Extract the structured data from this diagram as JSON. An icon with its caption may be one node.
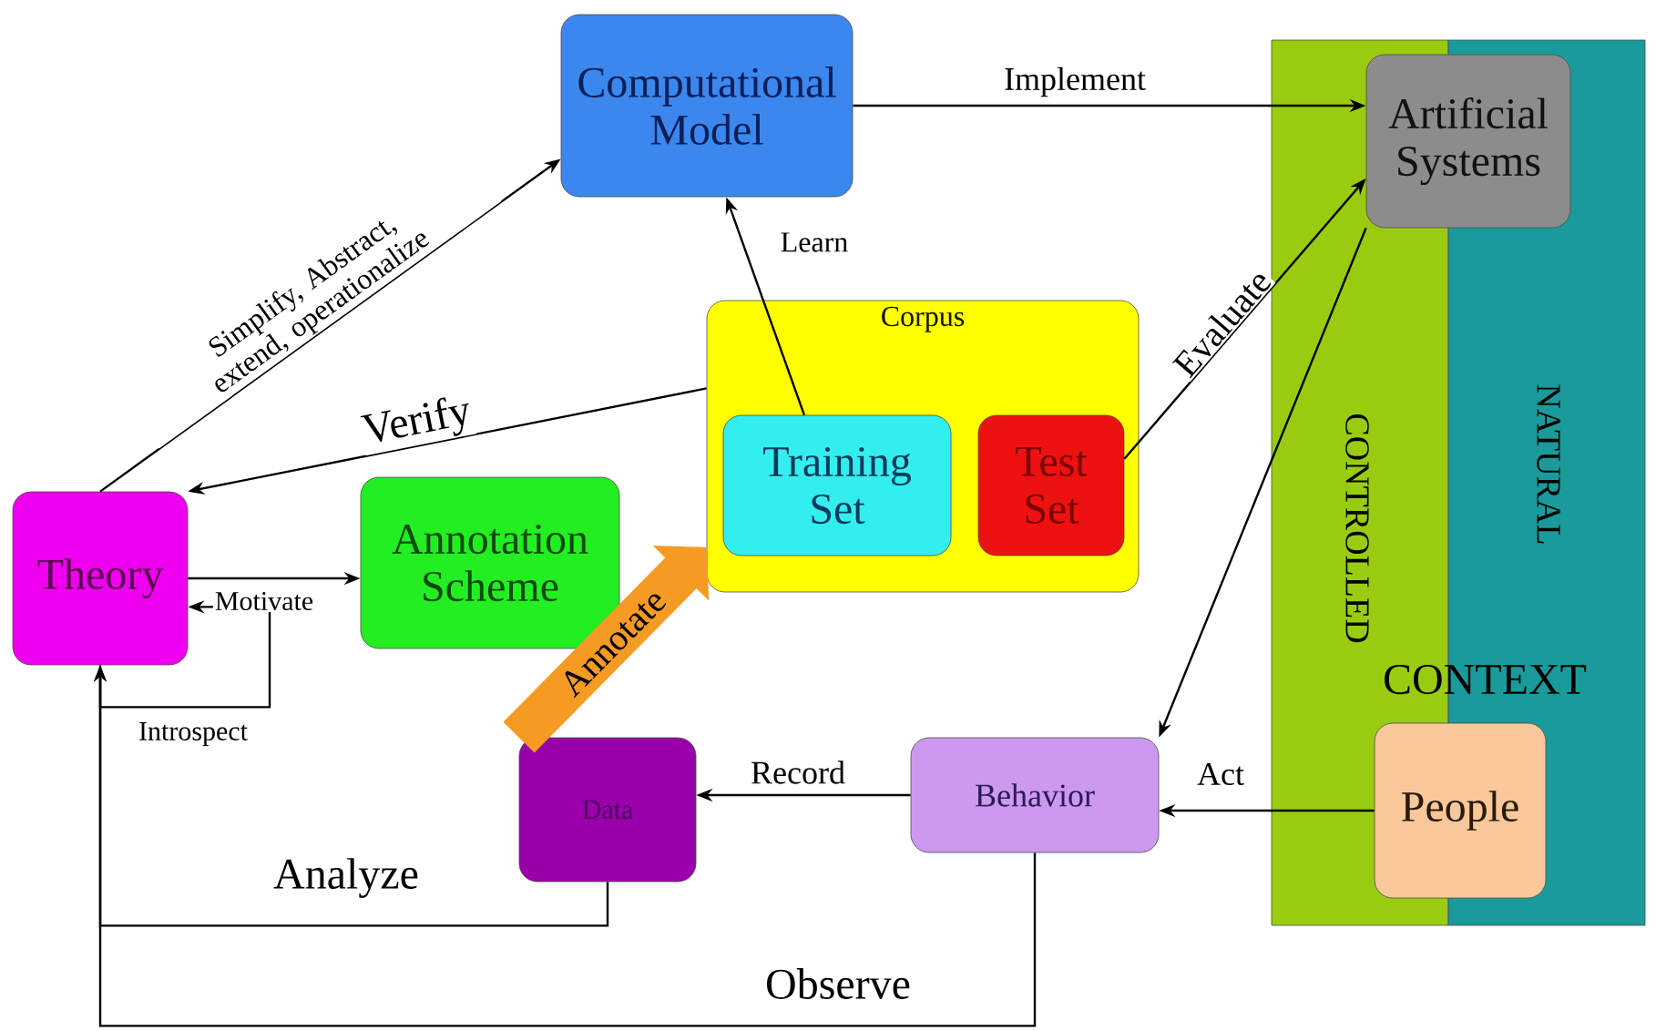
{
  "diagram": {
    "nodes": [
      {
        "text": [
          "Computational Model"
        ]
      },
      {
        "text": [
          "Artificial Systems"
        ]
      },
      {
        "text": [
          "Corpus"
        ]
      },
      {
        "text": [
          "Training Set"
        ],
        "in": 2
      },
      {
        "text": [
          "Test Set"
        ],
        "in": 2
      },
      {
        "text": [
          "Theory"
        ]
      },
      {
        "text": [
          "Annotation Scheme"
        ]
      },
      {
        "text": [
          "Data"
        ]
      },
      {
        "text": [
          "Behavior"
        ]
      },
      {
        "text": [
          "People"
        ]
      }
    ],
    "edges": [
      {
        "from": 5,
        "to": 0,
        "arrow": "to",
        "label": "Simplify, Abstract, extend, operationalize"
      },
      {
        "from": 0,
        "to": 1,
        "arrow": "to",
        "label": "Implement"
      },
      {
        "from": 3,
        "to": 0,
        "arrow": "to",
        "label": "Learn"
      },
      {
        "from": 2,
        "to": 5,
        "arrow": "to",
        "label": "Verify"
      },
      {
        "from": 4,
        "to": 1,
        "arrow": "to",
        "label": "Evaluate"
      },
      {
        "from": 1,
        "to": 8,
        "arrow": "to"
      },
      {
        "from": 5,
        "to": 6,
        "arrow": "to",
        "label": "Motivate"
      },
      {
        "from": 5,
        "to": 5,
        "arrow": "to",
        "label": "Introspect"
      },
      {
        "from": 7,
        "to": 2,
        "arrow": "to",
        "label": "Annotate",
        "style": "thick",
        "color": "#f59a23"
      },
      {
        "from": 8,
        "to": 7,
        "arrow": "to",
        "label": "Record"
      },
      {
        "from": 9,
        "to": 8,
        "arrow": "to",
        "label": "Act"
      },
      {
        "from": 7,
        "to": 5,
        "arrow": "to",
        "label": "Analyze"
      },
      {
        "from": 8,
        "to": 5,
        "arrow": "to",
        "label": "Observe"
      }
    ],
    "labels": [
      "CONTROLLED",
      "NATURAL",
      "CONTEXT"
    ]
  }
}
